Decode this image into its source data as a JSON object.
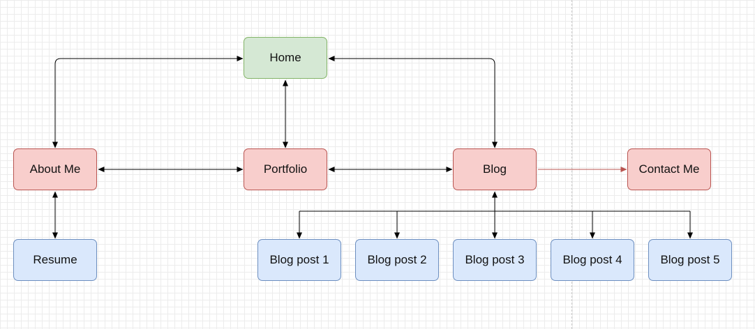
{
  "nodes": {
    "home": "Home",
    "about_me": "About Me",
    "portfolio": "Portfolio",
    "blog": "Blog",
    "contact_me": "Contact Me",
    "resume": "Resume",
    "blog_post_1": "Blog post 1",
    "blog_post_2": "Blog post 2",
    "blog_post_3": "Blog post 3",
    "blog_post_4": "Blog post 4",
    "blog_post_5": "Blog post 5"
  },
  "edges": [
    {
      "from": "home",
      "to": "about_me",
      "direction": "both"
    },
    {
      "from": "home",
      "to": "portfolio",
      "direction": "both"
    },
    {
      "from": "home",
      "to": "blog",
      "direction": "both"
    },
    {
      "from": "about_me",
      "to": "portfolio",
      "direction": "both"
    },
    {
      "from": "portfolio",
      "to": "blog",
      "direction": "both"
    },
    {
      "from": "blog",
      "to": "contact_me",
      "direction": "forward"
    },
    {
      "from": "about_me",
      "to": "resume",
      "direction": "both"
    },
    {
      "from": "blog",
      "to": "blog_post_1",
      "direction": "forward"
    },
    {
      "from": "blog",
      "to": "blog_post_2",
      "direction": "forward"
    },
    {
      "from": "blog",
      "to": "blog_post_3",
      "direction": "both"
    },
    {
      "from": "blog",
      "to": "blog_post_4",
      "direction": "forward"
    },
    {
      "from": "blog",
      "to": "blog_post_5",
      "direction": "forward"
    }
  ],
  "colors": {
    "home_fill": "#d5e8d4",
    "page_fill": "#f8cecc",
    "post_fill": "#dae8fc",
    "edge": "#000000",
    "contact_edge": "#b85450"
  }
}
